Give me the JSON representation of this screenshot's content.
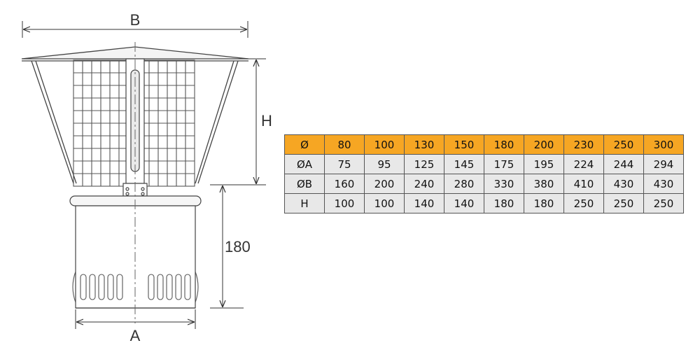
{
  "diagram": {
    "dimensions": {
      "B": "B",
      "H": "H",
      "height_value": "180",
      "A": "A"
    }
  },
  "table": {
    "header": [
      "Ø",
      "80",
      "100",
      "130",
      "150",
      "180",
      "200",
      "230",
      "250",
      "300"
    ],
    "rows": [
      [
        "ØA",
        "75",
        "95",
        "125",
        "145",
        "175",
        "195",
        "224",
        "244",
        "294"
      ],
      [
        "ØB",
        "160",
        "200",
        "240",
        "280",
        "330",
        "380",
        "410",
        "430",
        "430"
      ],
      [
        "H",
        "100",
        "100",
        "140",
        "140",
        "180",
        "180",
        "250",
        "250",
        "250"
      ]
    ]
  },
  "colors": {
    "header_bg": "#f6a623",
    "cell_bg": "#e8e8e8",
    "line": "#333333"
  }
}
